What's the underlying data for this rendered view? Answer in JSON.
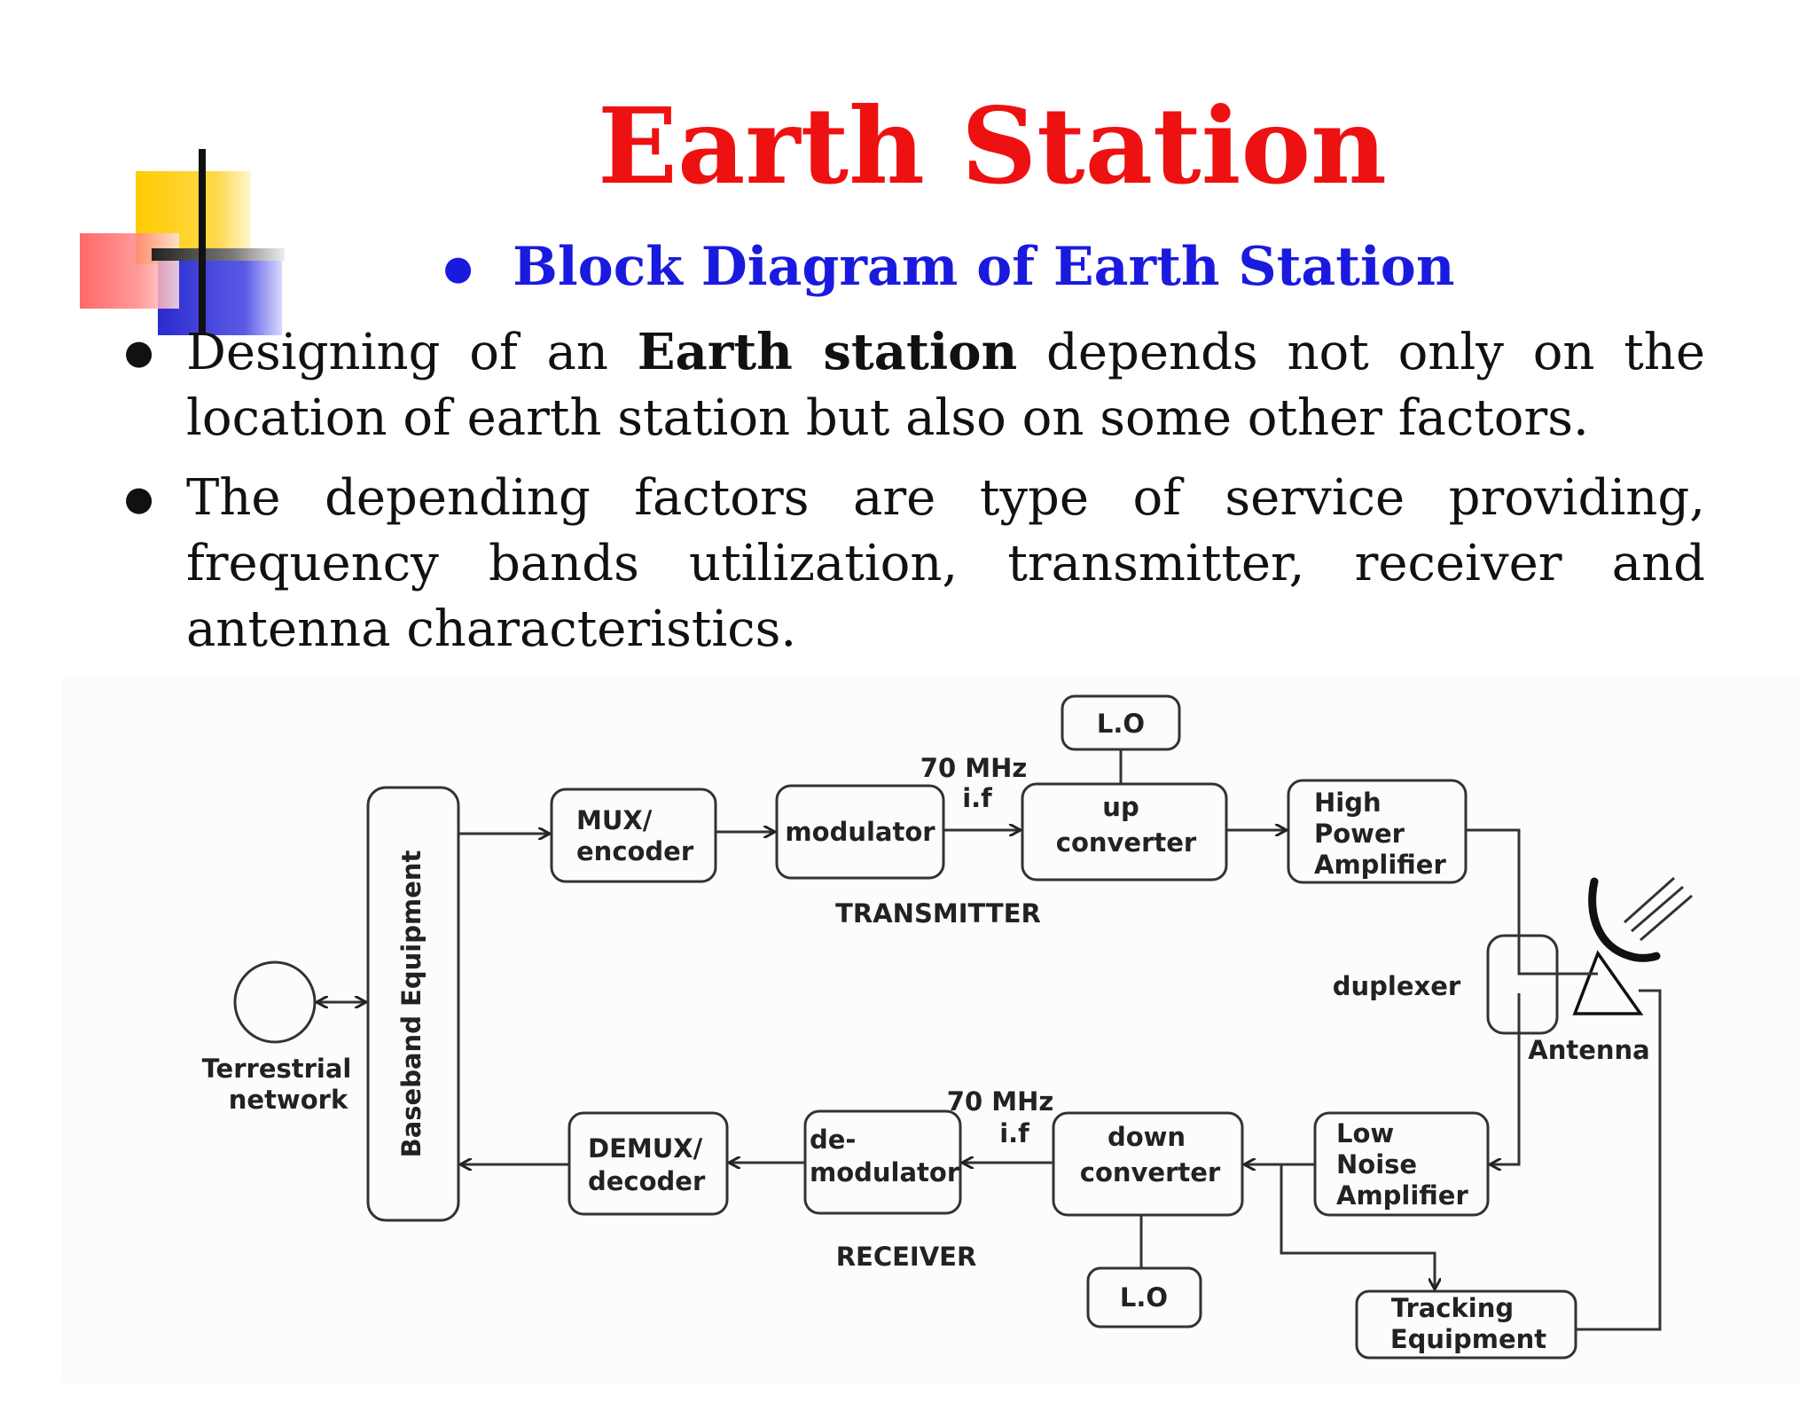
{
  "slide": {
    "title": "Earth Station",
    "subtitle": "Block Diagram of Earth Station",
    "bullet1": {
      "pre": "Designing of an",
      "bold": "Earth station",
      "post": "depends not only on the location of earth station but also on some other factors."
    },
    "bullet2": "The depending factors are type of service providing, frequency bands utilization, transmitter, receiver and antenna characteristics."
  },
  "diagram": {
    "terrestrial_line1": "Terrestrial",
    "terrestrial_line2": "network",
    "baseband": "Baseband Equipment",
    "mux_line1": "MUX/",
    "mux_line2": "encoder",
    "modulator": "modulator",
    "if_top_line1": "70 MHz",
    "if_top_line2": "i.f",
    "lo_top": "L.O",
    "up_line1": "up",
    "up_line2": "converter",
    "hpa_line1": "High",
    "hpa_line2": "Power",
    "hpa_line3": "Amplifier",
    "transmitter": "TRANSMITTER",
    "duplexer": "duplexer",
    "antenna": "Antenna",
    "if_bottom_line1": "70 MHz",
    "if_bottom_line2": "i.f",
    "demux_line1": "DEMUX/",
    "demux_line2": "decoder",
    "demod_line1": "de-",
    "demod_line2": "modulator",
    "down_line1": "down",
    "down_line2": "converter",
    "lna_line1": "Low",
    "lna_line2": "Noise",
    "lna_line3": "Amplifier",
    "receiver": "RECEIVER",
    "lo_bottom": "L.O",
    "tracking_line1": "Tracking",
    "tracking_line2": "Equipment"
  },
  "colors": {
    "title": "#ee1111",
    "subtitle": "#1a1adf",
    "deco_yellow": "#ffcc00",
    "deco_red": "#ff5555",
    "deco_blue": "#3333cc"
  }
}
